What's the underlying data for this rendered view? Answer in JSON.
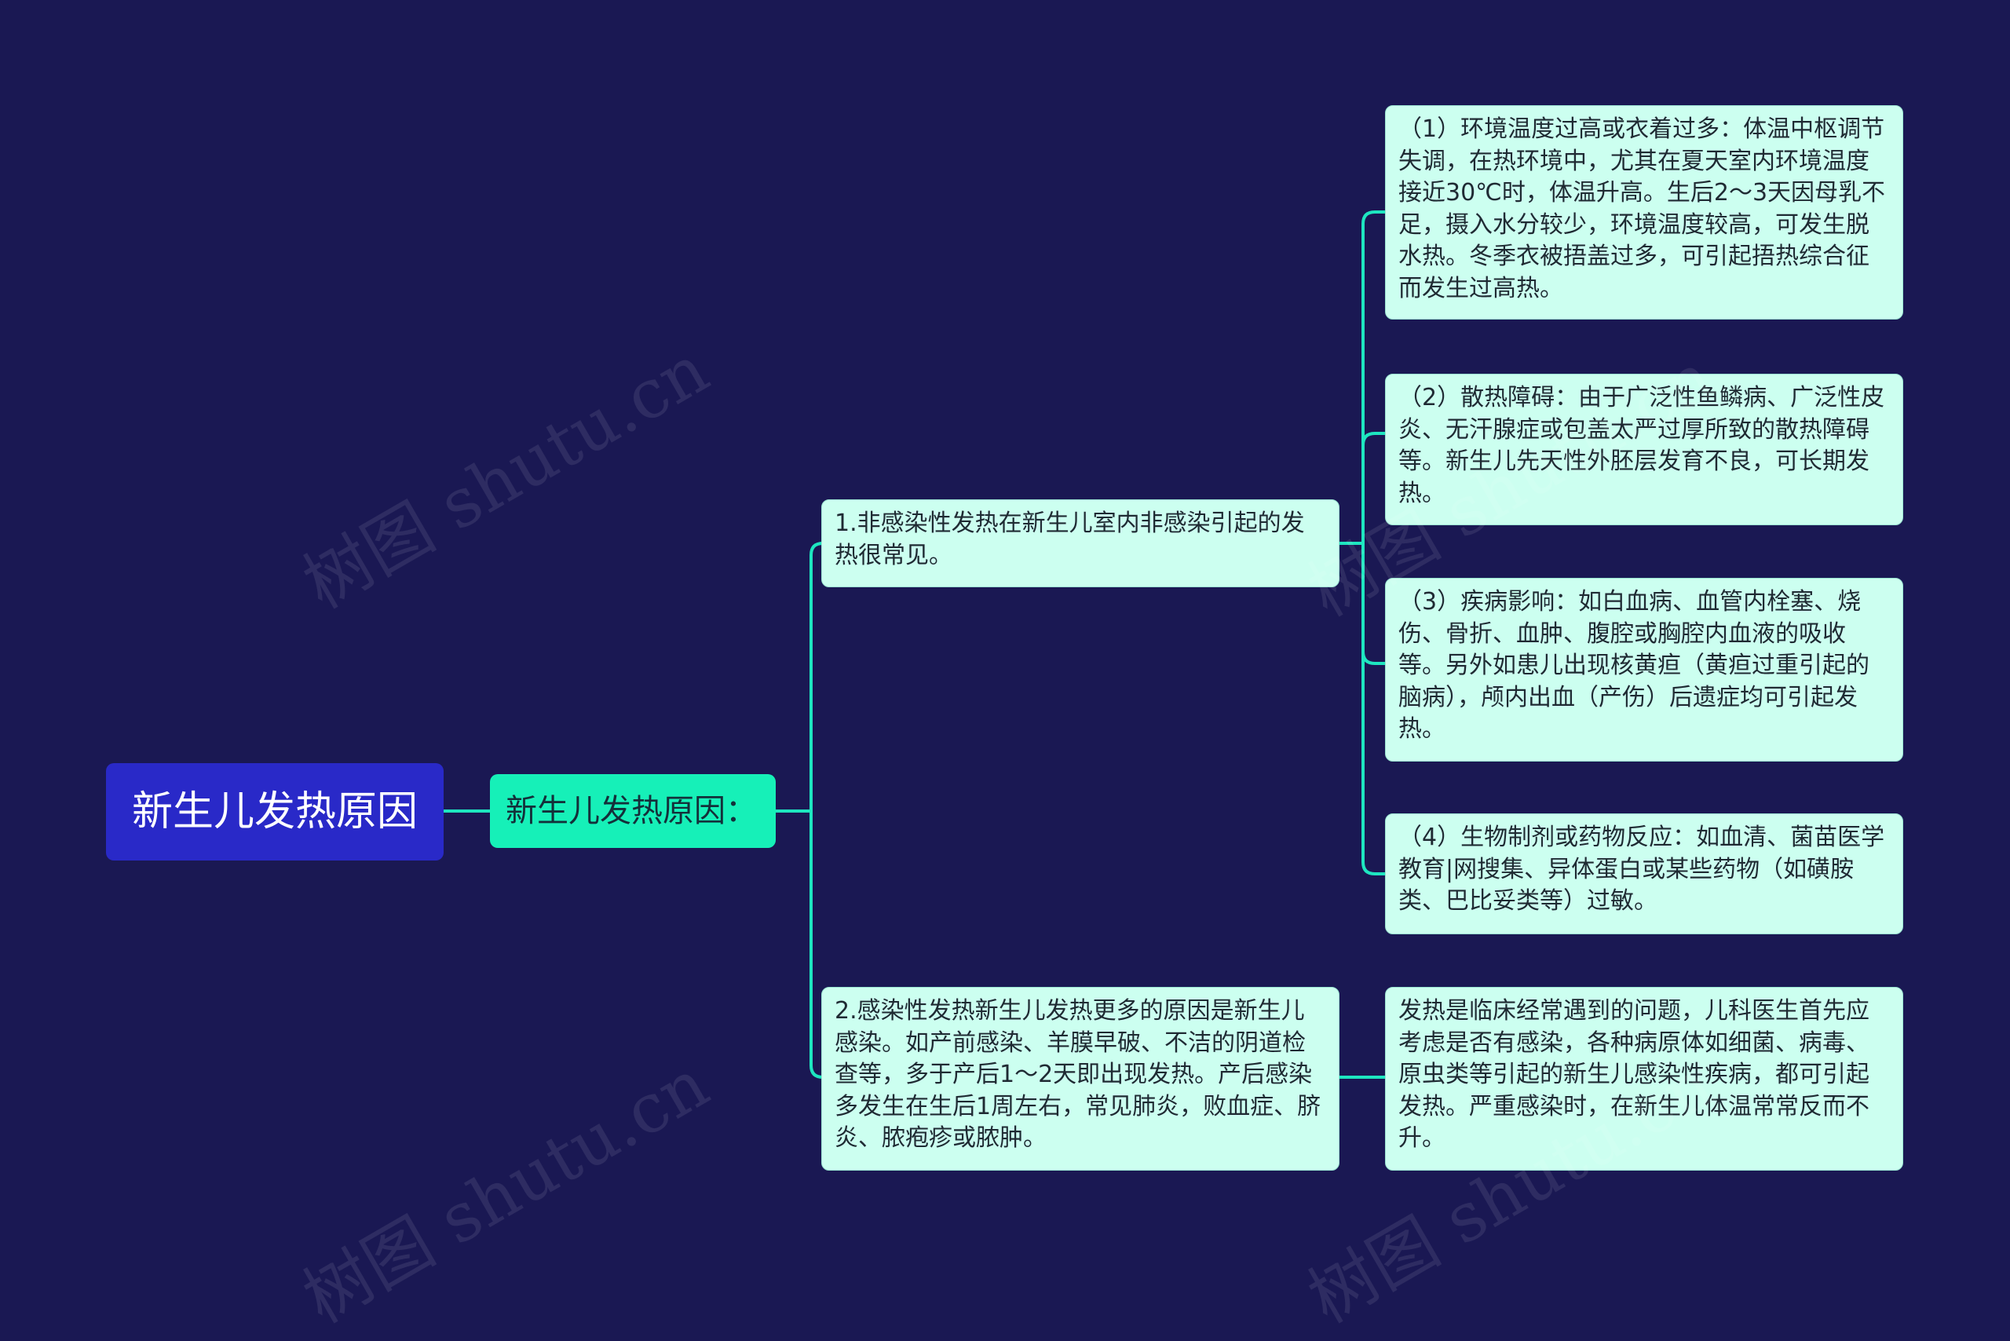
{
  "diagram": {
    "root": "新生儿发热原因",
    "sub": "新生儿发热原因：",
    "branches": [
      {
        "text": "1.非感染性发热在新生儿室内非感染引起的发热很常见。",
        "children": [
          "（1）环境温度过高或衣着过多：体温中枢调节失调，在热环境中，尤其在夏天室内环境温度接近30℃时，体温升高。生后2～3天因母乳不足，摄入水分较少，环境温度较高，可发生脱水热。冬季衣被捂盖过多，可引起捂热综合征而发生过高热。",
          "（2）散热障碍：由于广泛性鱼鳞病、广泛性皮炎、无汗腺症或包盖太严过厚所致的散热障碍等。新生儿先天性外胚层发育不良，可长期发热。",
          "（3）疾病影响：如白血病、血管内栓塞、烧伤、骨折、血肿、腹腔或胸腔内血液的吸收等。另外如患儿出现核黄疸（黄疸过重引起的脑病），颅内出血（产伤）后遗症均可引起发热。",
          "（4）生物制剂或药物反应：如血清、菌苗医学教育|网搜集、异体蛋白或某些药物（如磺胺类、巴比妥类等）过敏。"
        ]
      },
      {
        "text": "2.感染性发热新生儿发热更多的原因是新生儿感染。如产前感染、羊膜早破、不洁的阴道检查等，多于产后1～2天即出现发热。产后感染多发生在生后1周左右，常见肺炎，败血症、脐炎、脓疱疹或脓肿。",
        "children": [
          "发热是临床经常遇到的问题，儿科医生首先应考虑是否有感染，各种病原体如细菌、病毒、原虫类等引起的新生儿感染性疾病，都可引起发热。严重感染时，在新生儿体温常常反而不升。"
        ]
      }
    ]
  },
  "watermark": "树图 shutu.cn",
  "colors": {
    "background": "#1a1853",
    "root_fill": "#2929c8",
    "sub_fill": "#16f0b8",
    "leaf_fill": "#ccfff0",
    "connector": "#1ee6c0"
  }
}
